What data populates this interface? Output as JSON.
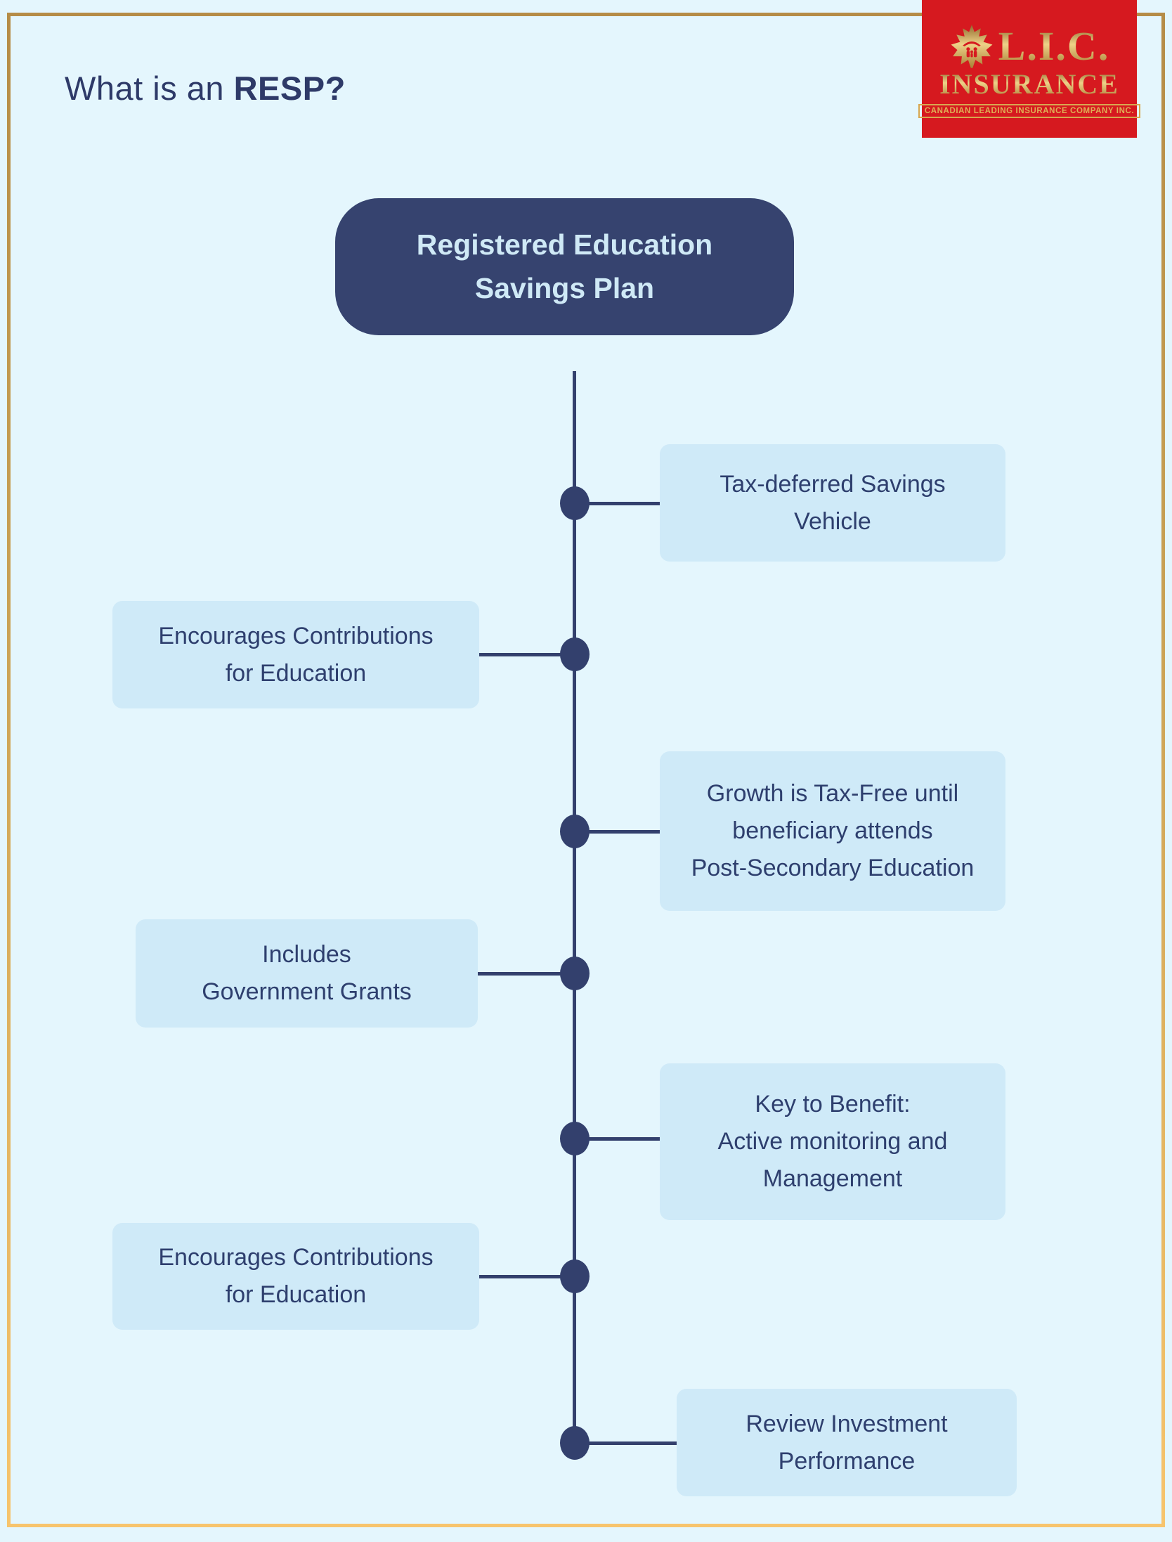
{
  "page": {
    "title_regular": "What is an ",
    "title_bold": "RESP?",
    "background_color": "#e4f6fd",
    "frame_gold_top": "#b58c47",
    "frame_gold_bottom": "#f7c46d",
    "title_color": "#2e3a68"
  },
  "logo": {
    "background_color": "#d6191f",
    "gold_color": "#d8a74f",
    "acronym": "L.I.C.",
    "company": "INSURANCE",
    "tagline": "CANADIAN LEADING INSURANCE COMPANY INC.",
    "emblem": "maple-leaf-with-family"
  },
  "diagram": {
    "root_line1": "Registered Education",
    "root_line2": "Savings Plan",
    "root_bg": "#36436f",
    "node_bg": "#cfeaf8",
    "line_color": "#33406d",
    "text_color": "#2e3f6e",
    "items": [
      {
        "label": "Tax-deferred Savings\nVehicle",
        "side": "right"
      },
      {
        "label": "Encourages Contributions\nfor Education",
        "side": "left"
      },
      {
        "label": "Growth is Tax-Free until\nbeneficiary attends\nPost-Secondary Education",
        "side": "right"
      },
      {
        "label": "Includes\nGovernment Grants",
        "side": "left"
      },
      {
        "label": "Key to Benefit:\nActive monitoring and\nManagement",
        "side": "right"
      },
      {
        "label": "Encourages Contributions\nfor Education",
        "side": "left"
      },
      {
        "label": "Review Investment\nPerformance",
        "side": "right"
      }
    ]
  }
}
